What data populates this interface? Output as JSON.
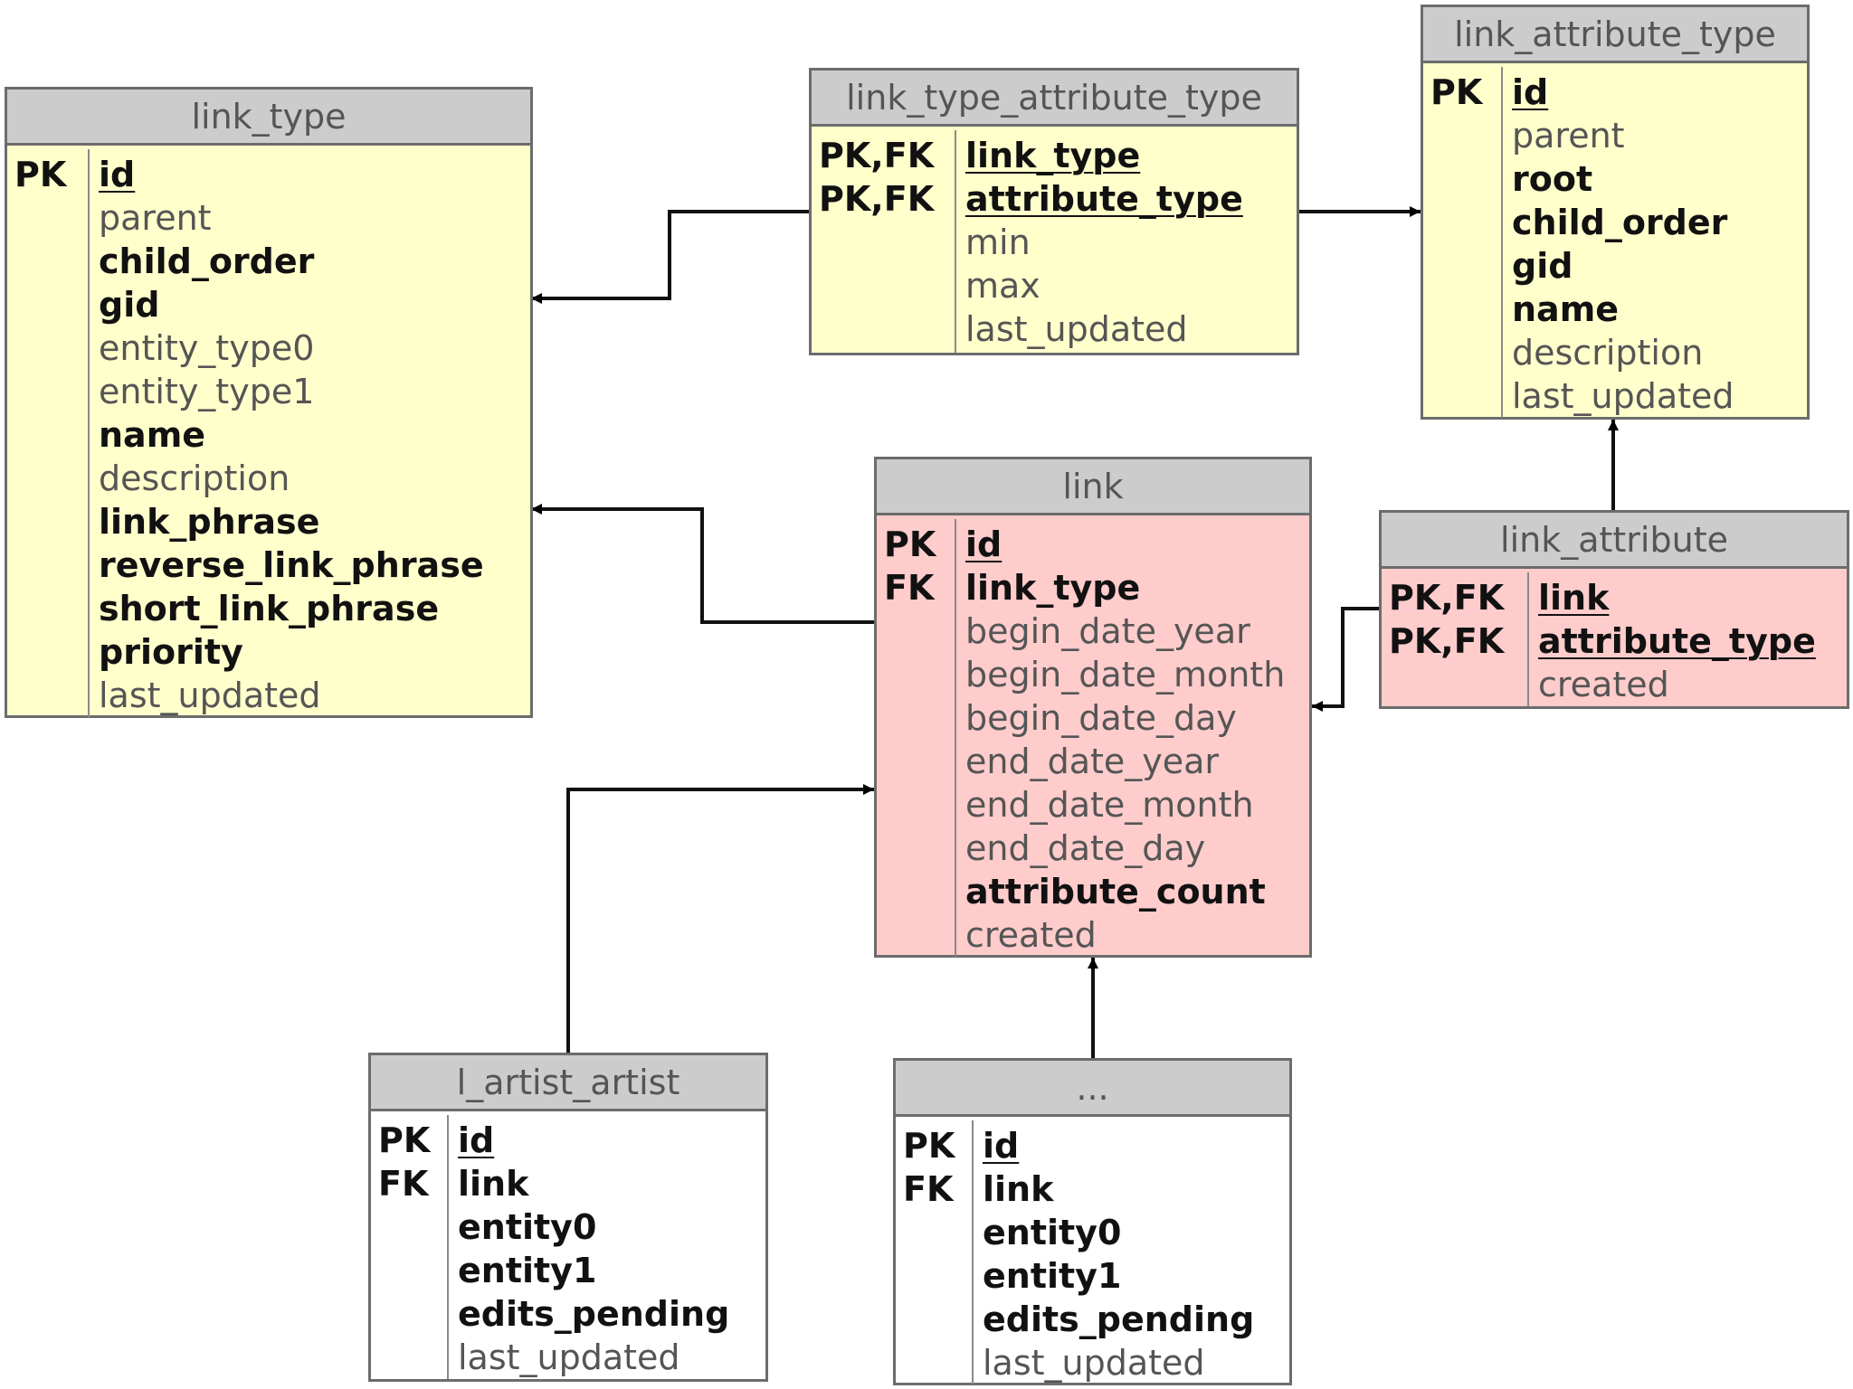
{
  "entities": {
    "link_type": {
      "title": "link_type",
      "keys": [
        "PK"
      ],
      "fields": [
        {
          "name": "id",
          "bold": true,
          "pk": true
        },
        {
          "name": "parent",
          "bold": false
        },
        {
          "name": "child_order",
          "bold": true
        },
        {
          "name": "gid",
          "bold": true
        },
        {
          "name": "entity_type0",
          "bold": false
        },
        {
          "name": "entity_type1",
          "bold": false
        },
        {
          "name": "name",
          "bold": true
        },
        {
          "name": "description",
          "bold": false
        },
        {
          "name": "link_phrase",
          "bold": true
        },
        {
          "name": "reverse_link_phrase",
          "bold": true
        },
        {
          "name": "short_link_phrase",
          "bold": true
        },
        {
          "name": "priority",
          "bold": true
        },
        {
          "name": "last_updated",
          "bold": false
        }
      ]
    },
    "link_type_attribute_type": {
      "title": "link_type_attribute_type",
      "keys": [
        "PK,FK",
        "PK,FK"
      ],
      "fields": [
        {
          "name": "link_type",
          "bold": true,
          "pk": true
        },
        {
          "name": "attribute_type",
          "bold": true,
          "pk": true
        },
        {
          "name": "min",
          "bold": false
        },
        {
          "name": "max",
          "bold": false
        },
        {
          "name": "last_updated",
          "bold": false
        }
      ]
    },
    "link_attribute_type": {
      "title": "link_attribute_type",
      "keys": [
        "PK"
      ],
      "fields": [
        {
          "name": "id",
          "bold": true,
          "pk": true
        },
        {
          "name": "parent",
          "bold": false
        },
        {
          "name": "root",
          "bold": true
        },
        {
          "name": "child_order",
          "bold": true
        },
        {
          "name": "gid",
          "bold": true
        },
        {
          "name": "name",
          "bold": true
        },
        {
          "name": "description",
          "bold": false
        },
        {
          "name": "last_updated",
          "bold": false
        }
      ]
    },
    "link": {
      "title": "link",
      "keys": [
        "PK",
        "FK"
      ],
      "fields": [
        {
          "name": "id",
          "bold": true,
          "pk": true
        },
        {
          "name": "link_type",
          "bold": true
        },
        {
          "name": "begin_date_year",
          "bold": false
        },
        {
          "name": "begin_date_month",
          "bold": false
        },
        {
          "name": "begin_date_day",
          "bold": false
        },
        {
          "name": "end_date_year",
          "bold": false
        },
        {
          "name": "end_date_month",
          "bold": false
        },
        {
          "name": "end_date_day",
          "bold": false
        },
        {
          "name": "attribute_count",
          "bold": true
        },
        {
          "name": "created",
          "bold": false
        }
      ]
    },
    "link_attribute": {
      "title": "link_attribute",
      "keys": [
        "PK,FK",
        "PK,FK"
      ],
      "fields": [
        {
          "name": "link",
          "bold": true,
          "pk": true
        },
        {
          "name": "attribute_type",
          "bold": true,
          "pk": true
        },
        {
          "name": "created",
          "bold": false
        }
      ]
    },
    "l_artist_artist": {
      "title": "l_artist_artist",
      "keys": [
        "PK",
        "FK"
      ],
      "fields": [
        {
          "name": "id",
          "bold": true,
          "pk": true
        },
        {
          "name": "link",
          "bold": true
        },
        {
          "name": "entity0",
          "bold": true
        },
        {
          "name": "entity1",
          "bold": true
        },
        {
          "name": "edits_pending",
          "bold": true
        },
        {
          "name": "last_updated",
          "bold": false
        }
      ]
    },
    "other_link_table": {
      "title": "...",
      "keys": [
        "PK",
        "FK"
      ],
      "fields": [
        {
          "name": "id",
          "bold": true,
          "pk": true
        },
        {
          "name": "link",
          "bold": true
        },
        {
          "name": "entity0",
          "bold": true
        },
        {
          "name": "entity1",
          "bold": true
        },
        {
          "name": "edits_pending",
          "bold": true
        },
        {
          "name": "last_updated",
          "bold": false
        }
      ]
    }
  },
  "relationships": [
    {
      "from": "link_type_attribute_type",
      "to": "link_type"
    },
    {
      "from": "link_type_attribute_type",
      "to": "link_attribute_type"
    },
    {
      "from": "link",
      "to": "link_type"
    },
    {
      "from": "link_attribute",
      "to": "link_attribute_type"
    },
    {
      "from": "link_attribute",
      "to": "link"
    },
    {
      "from": "l_artist_artist",
      "to": "link"
    },
    {
      "from": "other_link_table",
      "to": "link"
    }
  ],
  "colors": {
    "header": "#cccccc",
    "lookup_table": "#ffffcc",
    "core_table": "#ffcccc",
    "entity_link_table": "#ffffff",
    "border": "#6c6c6c"
  }
}
